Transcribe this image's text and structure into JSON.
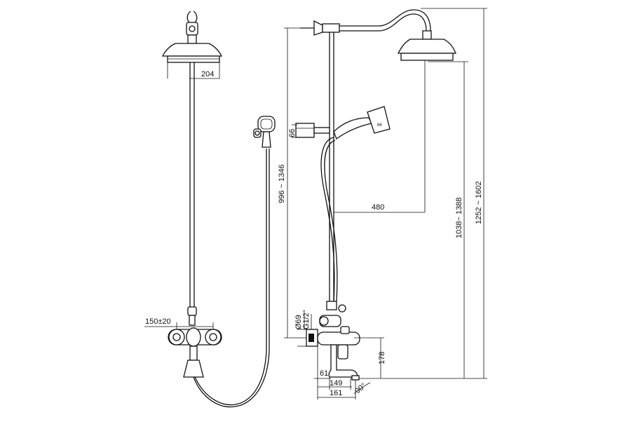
{
  "dimensions": {
    "shower_head_diameter": "204",
    "inlet_spacing": "150±20",
    "hand_shower_height": "66",
    "column_height": "996 ~ 1346",
    "arm_reach": "480",
    "head_height": "1038~ 1388",
    "total_height": "1252 ~ 1602",
    "diameter_69": "Ø69",
    "thread": "G1/2\"",
    "spout_height": "178",
    "wall_offset": "61",
    "spout_149": "149",
    "spout_161": "161",
    "swivel_angle": "90°"
  }
}
